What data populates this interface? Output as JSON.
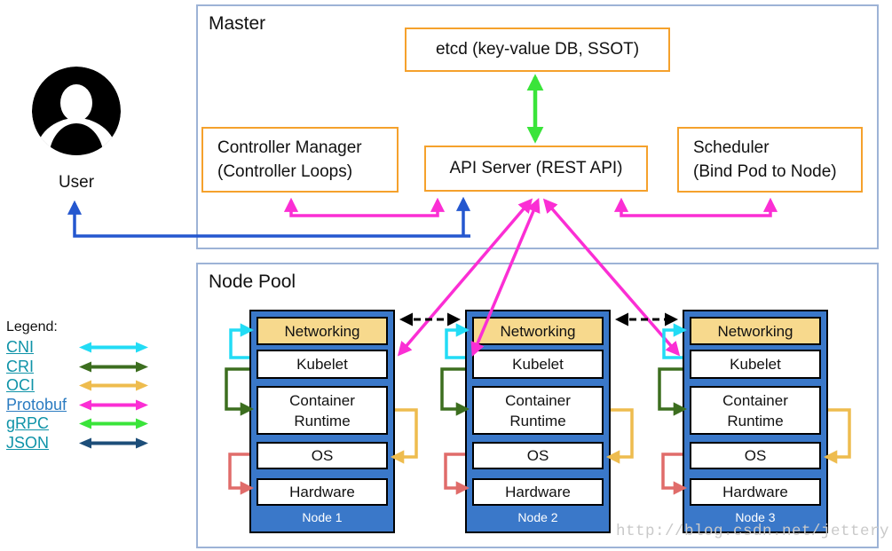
{
  "user": {
    "label": "User"
  },
  "master": {
    "title": "Master",
    "etcd_label": "etcd (key-value DB, SSOT)",
    "api_server_label": "API Server (REST API)",
    "controller_manager_line1": "Controller Manager",
    "controller_manager_line2": "(Controller Loops)",
    "scheduler_line1": "Scheduler",
    "scheduler_line2": "(Bind Pod to Node)"
  },
  "node_pool": {
    "title": "Node Pool",
    "layers": [
      "Networking",
      "Kubelet",
      "Container Runtime",
      "OS",
      "Hardware"
    ],
    "nodes": [
      {
        "name": "Node 1"
      },
      {
        "name": "Node 2"
      },
      {
        "name": "Node 3"
      }
    ]
  },
  "legend": {
    "title": "Legend:",
    "items": [
      {
        "label": "CNI",
        "link_color": "#0f93a8",
        "color": "#22dcf5"
      },
      {
        "label": "CRI",
        "link_color": "#0f93a8",
        "color": "#3c6e1f"
      },
      {
        "label": "OCI",
        "link_color": "#0f93a8",
        "color": "#eebc4e"
      },
      {
        "label": "Protobuf",
        "link_color": "#2b7cc1",
        "color": "#fb2ed4"
      },
      {
        "label": "gRPC",
        "link_color": "#0f93a8",
        "color": "#3ae43a"
      },
      {
        "label": "JSON",
        "link_color": "#0f93a8",
        "color": "#1d4e79"
      }
    ]
  },
  "watermark": "http://blog.csdn.net/jettery",
  "colors": {
    "frame_border": "#9db3d6",
    "orange_box_border": "#f5a12c",
    "node_fill": "#3a78c9",
    "networking_fill": "#f7d98d",
    "grpc_arrow": "#3ae43a",
    "protobuf_arrow": "#fb2ed4",
    "user_api_arrow": "#2457cf",
    "cni_arrow": "#22dcf5",
    "cri_arrow": "#3c6e1f",
    "oci_arrow": "#eebc4e",
    "os_hardware_arrow": "#e06c6a",
    "node_link_arrow": "#000000"
  }
}
